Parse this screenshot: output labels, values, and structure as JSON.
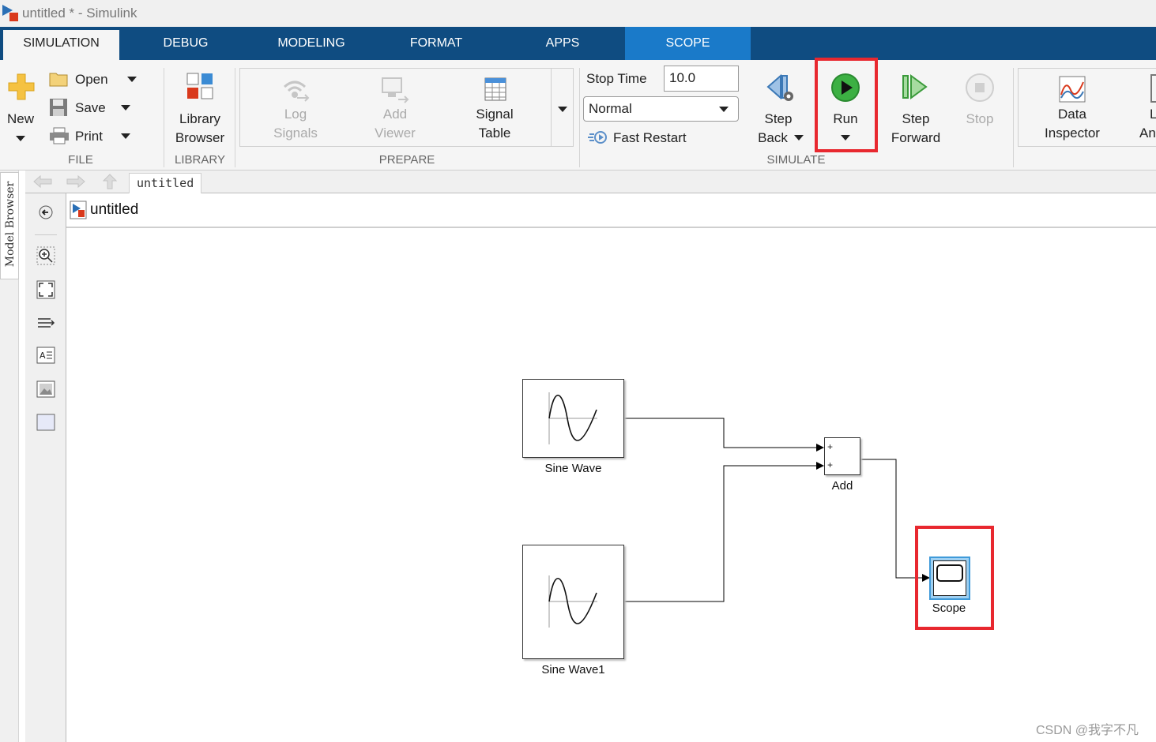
{
  "window": {
    "title": "untitled * - Simulink"
  },
  "tabs": [
    "SIMULATION",
    "DEBUG",
    "MODELING",
    "FORMAT",
    "APPS",
    "SCOPE"
  ],
  "file": {
    "new_label": "New",
    "open_label": "Open",
    "save_label": "Save",
    "print_label": "Print",
    "group_label": "FILE"
  },
  "library": {
    "line1": "Library",
    "line2": "Browser",
    "group_label": "LIBRARY"
  },
  "prepare": {
    "log_line1": "Log",
    "log_line2": "Signals",
    "add_line1": "Add",
    "add_line2": "Viewer",
    "signal_line1": "Signal",
    "signal_line2": "Table",
    "group_label": "PREPARE"
  },
  "simulate": {
    "stop_time_label": "Stop Time",
    "stop_time_value": "10.0",
    "mode_value": "Normal",
    "fast_restart_label": "Fast Restart",
    "step_back_line1": "Step",
    "step_back_line2": "Back",
    "run_label": "Run",
    "step_forward_line1": "Step",
    "step_forward_line2": "Forward",
    "stop_label": "Stop",
    "group_label": "SIMULATE"
  },
  "review": {
    "data_inspector_line1": "Data",
    "data_inspector_line2": "Inspector",
    "partial_line1": "L",
    "partial_line2": "An"
  },
  "explorer": {
    "breadcrumb": "untitled",
    "model_name": "untitled",
    "side_tab": "Model Browser"
  },
  "diagram": {
    "blocks": {
      "sine1": "Sine Wave",
      "sine2": "Sine Wave1",
      "add": "Add",
      "add_sign1": "+",
      "add_sign2": "+",
      "scope": "Scope"
    }
  },
  "watermark": "CSDN @我字不凡",
  "colors": {
    "ribbon_tab_bg": "#0f4c81",
    "scope_tab_bg": "#1a7ac9",
    "highlight": "#e8282f",
    "run_green": "#3cb043"
  }
}
